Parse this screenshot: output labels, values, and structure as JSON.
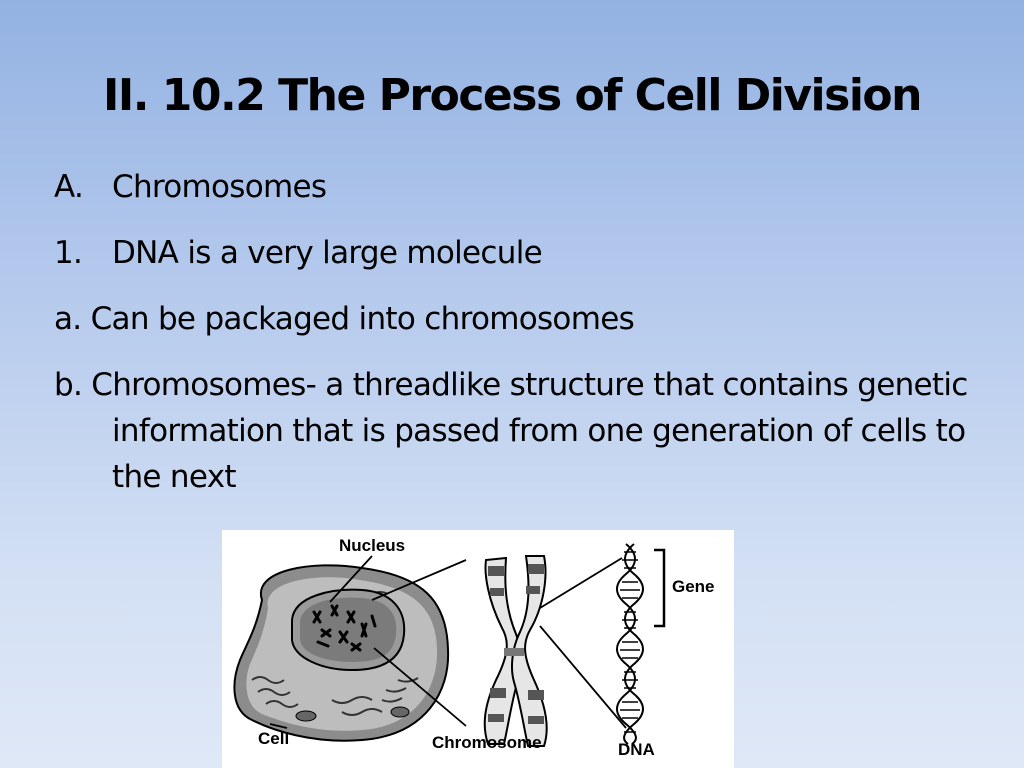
{
  "slide": {
    "title": "II. 10.2 The Process of Cell Division",
    "items": [
      {
        "marker": "A.",
        "text": "Chromosomes"
      },
      {
        "marker": "1.",
        "text": "DNA is a very large molecule"
      }
    ],
    "sub_items": [
      {
        "text": "a. Can be packaged into chromosomes"
      },
      {
        "text": "b. Chromosomes- a threadlike structure that contains genetic information that is passed from one generation of cells to the next"
      }
    ]
  },
  "figure": {
    "labels": {
      "nucleus": "Nucleus",
      "gene": "Gene",
      "cell": "Cell",
      "chromosome": "Chromosome",
      "dna": "DNA"
    }
  },
  "colors": {
    "background_top": "#93b2e2",
    "background_bottom": "#dfe8f7",
    "text": "#000000",
    "figure_background": "#ffffff"
  }
}
